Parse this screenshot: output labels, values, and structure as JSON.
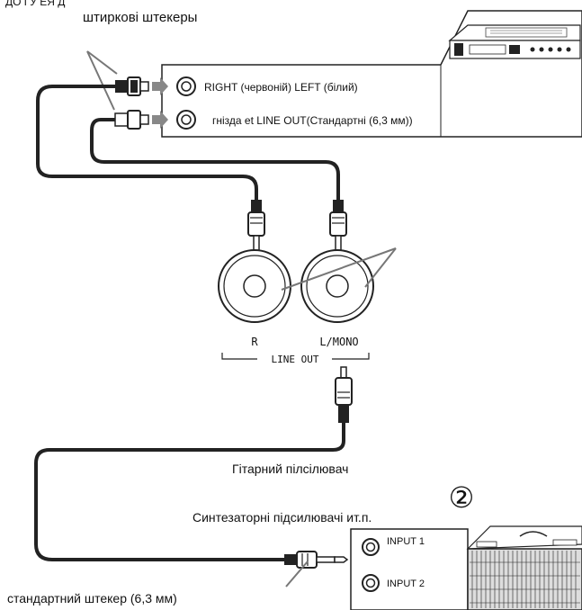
{
  "labels": {
    "top_cut_text": "ДО ГУ ЕЯ Д",
    "pin_plugs": "штиркові штекеры",
    "right_left": "RIGHT (червоній) LEFT (білий)",
    "jacks_line_out": "гнізда et LINE OUT(Стандартні (6,3 мм))",
    "jack_r": "R",
    "jack_lmono": "L/MONO",
    "line_out": "LINE OUT",
    "guitar_amp": "Гітарний пілсілювач",
    "synth_amp": "Синтезаторні підсилювачі ит.п.",
    "step_number": "②",
    "input1": "INPUT 1",
    "input2": "INPUT 2",
    "standard_plug": "стандартний штекер (6,3 мм)"
  }
}
